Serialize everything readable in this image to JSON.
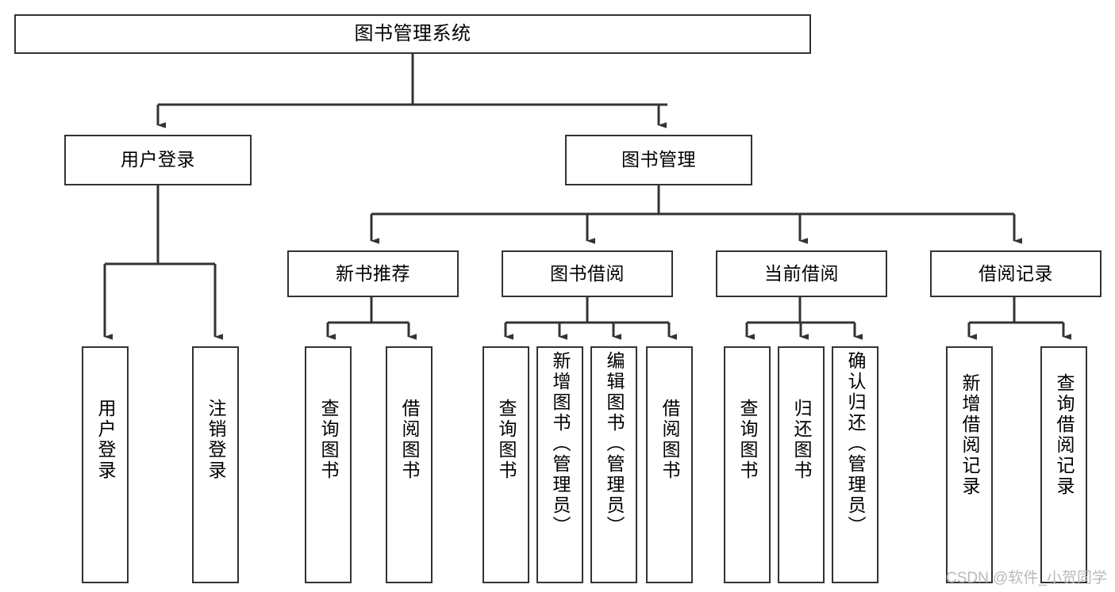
{
  "diagram": {
    "title": "图书管理系统",
    "type": "tree-hierarchy-chart",
    "line_color": "#333333",
    "box_fill": "#ffffff",
    "text_color": "#000000",
    "watermark": "CSDN @软件_小贺同学",
    "nodes": {
      "root": {
        "label": "图书管理系统"
      },
      "level2": [
        {
          "label": "用户登录"
        },
        {
          "label": "图书管理"
        }
      ],
      "level3": [
        {
          "label": "新书推荐"
        },
        {
          "label": "图书借阅"
        },
        {
          "label": "当前借阅"
        },
        {
          "label": "借阅记录"
        }
      ],
      "leaves_user_login": [
        {
          "label": "用户登录"
        },
        {
          "label": "注销登录"
        }
      ],
      "leaves_new_book": [
        {
          "label": "查询图书"
        },
        {
          "label": "借阅图书"
        }
      ],
      "leaves_borrow": [
        {
          "label": "查询图书"
        },
        {
          "label": "新增图书（管理员）"
        },
        {
          "label": "编辑图书（管理员）"
        },
        {
          "label": "借阅图书"
        }
      ],
      "leaves_current": [
        {
          "label": "查询图书"
        },
        {
          "label": "归还图书"
        },
        {
          "label": "确认归还（管理员）"
        }
      ],
      "leaves_records": [
        {
          "label": "新增借阅记录"
        },
        {
          "label": "查询借阅记录"
        }
      ]
    }
  }
}
